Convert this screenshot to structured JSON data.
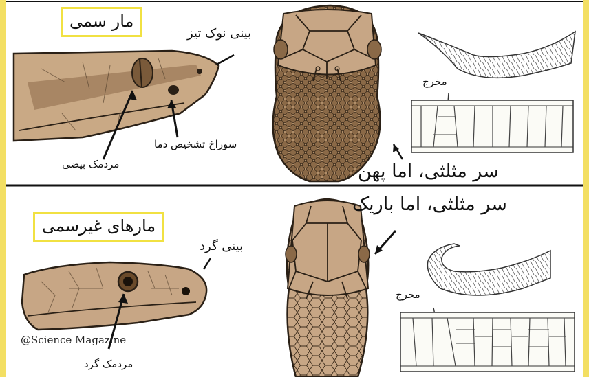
{
  "venomous": {
    "title": "مار سمی",
    "nose_label": "بینی نوک تیز",
    "pupil_label": "مردمک بیضی",
    "pit_label": "سوراخ تشخیص دما",
    "vent_label": "مخرج",
    "head_label": "سر مثلثی، اما پهن"
  },
  "nonvenomous": {
    "title": "مارهای غیرسمی",
    "nose_label": "بینی گرد",
    "pupil_label": "مردمک گرد",
    "vent_label": "مخرج",
    "head_label": "سر مثلثی، اما باریک"
  },
  "watermark": "@Science Magazine",
  "colors": {
    "stripe": "#f3df63",
    "title_border": "#f1e142",
    "skin": "#c9a985",
    "skin_dark": "#9c7b5a",
    "line": "#2a2016"
  }
}
